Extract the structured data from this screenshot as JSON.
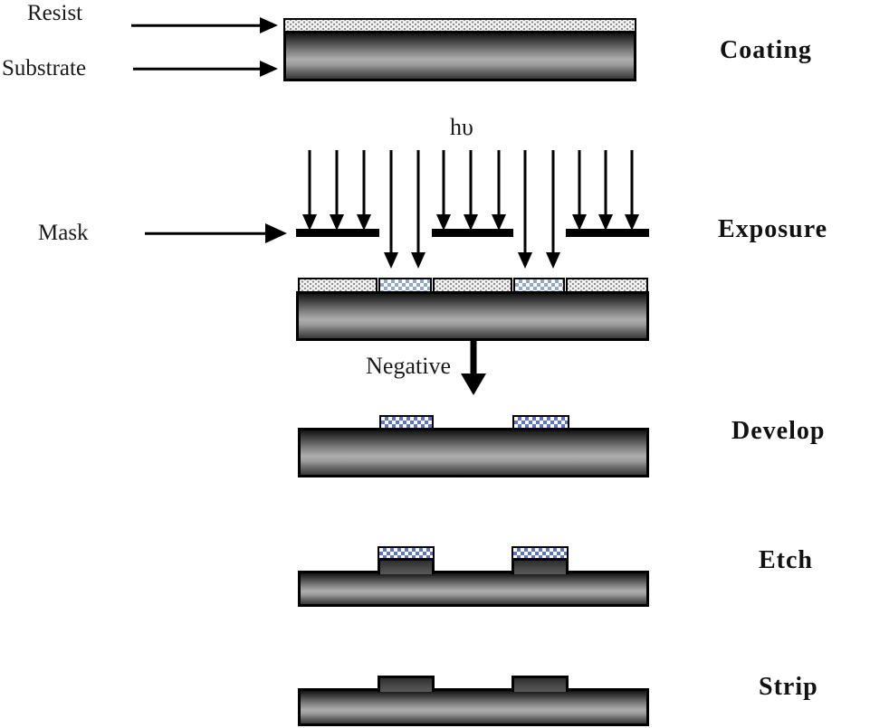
{
  "diagram": {
    "type": "process-flow",
    "subject": "Photolithography process with negative resist",
    "annotations": {
      "resist": "Resist",
      "substrate": "Substrate",
      "light": "hυ",
      "mask": "Mask",
      "process_type": "Negative"
    },
    "steps": [
      {
        "label": "Coating"
      },
      {
        "label": "Exposure"
      },
      {
        "label": "Develop"
      },
      {
        "label": "Etch"
      },
      {
        "label": "Strip"
      }
    ],
    "colors": {
      "resist_stipple_bg": "#f6f6f6",
      "resist_stipple_dot": "#8d8d8d",
      "exposed_resist_blue": "#93a8c4",
      "developed_resist_blue": "#5e73cc",
      "substrate_light": "#aeaeae",
      "outline": "#000000"
    }
  }
}
